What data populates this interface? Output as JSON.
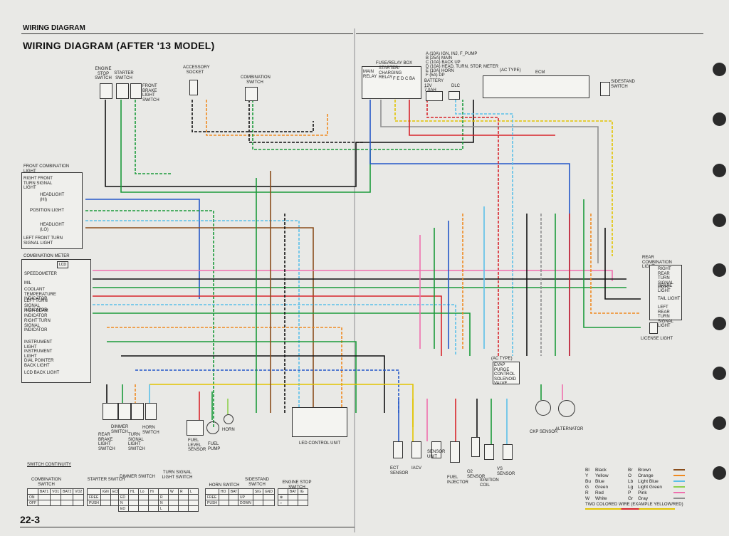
{
  "page": {
    "section_header": "WIRING DIAGRAM",
    "title": "WIRING DIAGRAM (AFTER '13 MODEL)",
    "page_number": "22-3"
  },
  "components": {
    "engine_stop_switch": "ENGINE STOP SWITCH",
    "starter_switch": "STARTER SWITCH",
    "front_brake_light_switch": "FRONT BRAKE LIGHT SWITCH",
    "accessory_socket": "ACCESSORY SOCKET",
    "combination_switch": "COMBINATION SWITCH",
    "fuse_relay_box": "FUSE/RELAY BOX",
    "main_relay": "MAIN RELAY",
    "starter_charging_relay": "STARTER/ CHARGING RELAY",
    "fuse_letters": "F E D  C BA",
    "battery": "BATTERY 12V 7.0Ah",
    "dlc": "DLC",
    "ecm": "ECM",
    "ac_type": "(AC type)",
    "sidestand_switch": "SIDESTAND SWITCH",
    "front_combination_light": "FRONT COMBINATION LIGHT",
    "right_front_turn": "RIGHT FRONT TURN SIGNAL LIGHT",
    "headlight_hi": "HEADLIGHT (Hi)",
    "position_light": "POSITION LIGHT",
    "headlight_lo": "HEADLIGHT (Lo)",
    "left_front_turn": "LEFT FRONT TURN SIGNAL LIGHT",
    "combination_meter": "COMBINATION METER",
    "lcd": "LCD",
    "speedometer": "SPEEDOMETER",
    "mil": "MIL",
    "coolant_temp": "COOLANT TEMPERATURE INDICATOR",
    "left_turn_ind": "LEFT TURN SIGNAL INDICATOR",
    "high_beam_ind": "HIGH BEAM INDICATOR",
    "right_turn_ind": "RIGHT TURN SIGNAL INDICATOR",
    "instrument_light_1": "INSTRUMENT LIGHT",
    "instrument_light_2": "INSTRUMENT LIGHT",
    "dial_pointer": "DIAL POINTER BACK LIGHT",
    "lcd_back_light": "LCD BACK LIGHT",
    "rear_combination_light": "REAR COMBINATION LIGHT",
    "right_rear_turn": "RIGHT REAR TURN SIGNAL LIGHT",
    "brake_light": "BRAKE LIGHT",
    "tail_light": "TAIL LIGHT",
    "left_rear_turn": "LEFT REAR TURN SIGNAL LIGHT",
    "license_light": "LICENSE LIGHT",
    "dimmer_switch": "DIMMER SWITCH",
    "rear_brake_switch": "REAR BRAKE LIGHT SWITCH",
    "turn_signal_switch": "TURN SIGNAL LIGHT SWITCH",
    "horn_switch": "HORN SWITCH",
    "fuel_level_sensor": "FUEL LEVEL SENSOR",
    "fuel_pump": "FUEL PUMP",
    "horn": "HORN",
    "led_control_unit": "LED CONTROL UNIT",
    "ect_sensor": "ECT SENSOR",
    "iacv": "IACV",
    "sensor_unit": "SENSOR UNIT",
    "fuel_injector": "FUEL INJECTOR",
    "o2_sensor": "O2 SENSOR",
    "ignition_coil": "IGNITION COIL",
    "vs_sensor": "VS SENSOR",
    "evap_valve": "EVAP PURGE CONTROL SOLENOID VALVE",
    "evap_ac_type": "(AC type)",
    "ckp_sensor": "CKP SENSOR",
    "alternator": "ALTERNATOR"
  },
  "fuse_list": [
    "A  (10A) IGN, INJ, F_PUMP",
    "B  (25A) MAIN",
    "C  (10A) BACK UP",
    "D  (10A) HEAD, TURN, STOP, METER",
    "E  (10A) HORN",
    "F  (5A) DP"
  ],
  "color_legend": {
    "left": [
      {
        "code": "Bl",
        "name": "Black",
        "color": "#111111"
      },
      {
        "code": "Y",
        "name": "Yellow",
        "color": "#e2c400"
      },
      {
        "code": "Bu",
        "name": "Blue",
        "color": "#2457c8"
      },
      {
        "code": "G",
        "name": "Green",
        "color": "#1a9a3a"
      },
      {
        "code": "R",
        "name": "Red",
        "color": "#d8242a"
      },
      {
        "code": "W",
        "name": "White",
        "color": "#ffffff"
      }
    ],
    "right": [
      {
        "code": "Br",
        "name": "Brown",
        "color": "#8a4e1c"
      },
      {
        "code": "O",
        "name": "Orange",
        "color": "#f08a20"
      },
      {
        "code": "Lb",
        "name": "Light Blue",
        "color": "#5bc0e8"
      },
      {
        "code": "Lg",
        "name": "Light Green",
        "color": "#8ed04e"
      },
      {
        "code": "P",
        "name": "Pink",
        "color": "#ef6fae"
      },
      {
        "code": "Gr",
        "name": "Gray",
        "color": "#8f8f8f"
      }
    ],
    "two_colored_note": "TWO COLORED WIRE (EXAMPLE YELLOW/RED)"
  },
  "switch_continuity": {
    "title": "SWITCH CONTINUITY",
    "combination": {
      "title": "COMBINATION SWITCH",
      "cols": [
        "BAT1",
        "VO1",
        "BAT2",
        "VO2"
      ],
      "rows": [
        "ON",
        "OFF"
      ]
    },
    "starter": {
      "title": "STARTER SWITCH",
      "cols": [
        "IGN",
        "ECM"
      ],
      "rows": [
        "FREE",
        "PUSH"
      ]
    },
    "dimmer": {
      "title": "DIMMER SWITCH",
      "cols": [
        "HL",
        "Lo",
        "Hi"
      ],
      "rows": [
        "ED",
        "N",
        "ED"
      ]
    },
    "turn": {
      "title": "TURN SIGNAL LIGHT SWITCH",
      "cols": [
        "W",
        "R",
        "L"
      ],
      "rows": [
        "R",
        "N",
        "L"
      ]
    },
    "horn": {
      "title": "HORN SWITCH",
      "cols": [
        "HO",
        "BAT"
      ],
      "rows": [
        "FREE",
        "PUSH"
      ]
    },
    "sidestand": {
      "title": "SIDESTAND SWITCH",
      "cols": [
        "SIG",
        "GND"
      ],
      "rows": [
        "UP",
        "DOWN"
      ]
    },
    "engine_stop": {
      "title": "ENGINE STOP SWITCH",
      "cols": [
        "BAT",
        "IG"
      ],
      "rows": [
        "⊗",
        "○"
      ]
    }
  }
}
